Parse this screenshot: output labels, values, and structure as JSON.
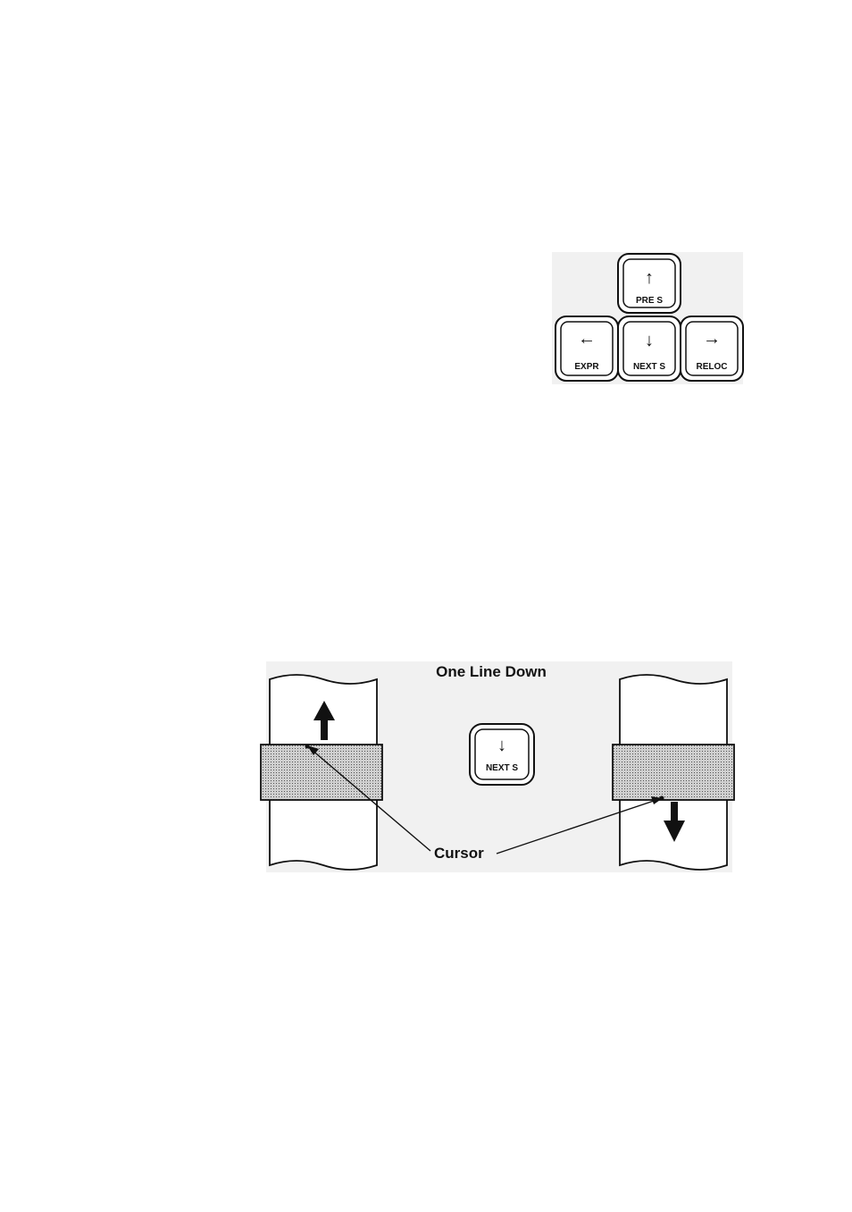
{
  "keypad": {
    "up_key": {
      "glyph": "↑",
      "label": "PRE S"
    },
    "left_key": {
      "glyph": "←",
      "label": "EXPR"
    },
    "down_key": {
      "glyph": "↓",
      "label": "NEXT S"
    },
    "right_key": {
      "glyph": "→",
      "label": "RELOC"
    }
  },
  "scroll_diagram": {
    "title": "One Line Down",
    "center_key": {
      "glyph": "↓",
      "label": "NEXT S"
    },
    "cursor_label": "Cursor"
  },
  "colors": {
    "panel_background": "#f1f1f1",
    "highlight_band": "#bdbdbd",
    "ink": "#111111"
  }
}
